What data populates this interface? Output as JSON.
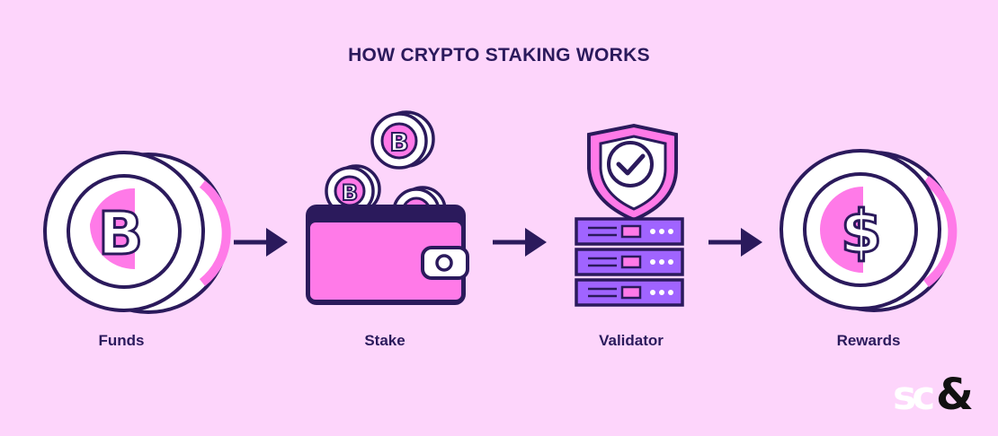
{
  "title": "HOW CRYPTO STAKING WORKS",
  "steps": [
    {
      "label": "Funds",
      "icon": "bitcoin-coin-icon"
    },
    {
      "label": "Stake",
      "icon": "wallet-with-coins-icon"
    },
    {
      "label": "Validator",
      "icon": "shield-server-icon"
    },
    {
      "label": "Rewards",
      "icon": "dollar-coin-icon"
    }
  ],
  "coin_symbols": {
    "bitcoin": "B",
    "dollar": "$"
  },
  "logo": {
    "left": "sc",
    "right": "&"
  },
  "colors": {
    "background": "#fdd5fb",
    "outline": "#2b1a5c",
    "accent_pink": "#ff7ae8",
    "accent_purple": "#a064ff",
    "coin_white": "#ffffff"
  }
}
